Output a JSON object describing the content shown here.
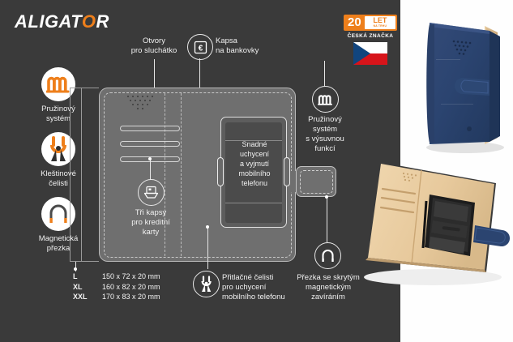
{
  "brand": {
    "name_part1": "ALIGAT",
    "name_accent": "O",
    "name_part2": "R"
  },
  "badge": {
    "years": "20",
    "let": "LET",
    "na_trhu": "NA TRHU",
    "subtitle": "ČESKÁ ZNAČKA",
    "flag_name": "czech-flag",
    "accent_color": "#ee7f1b"
  },
  "features_left": [
    {
      "icon": "spring-system-icon",
      "label": "Pružinový\nsystém"
    },
    {
      "icon": "clamp-jaws-icon",
      "label": "Kleštinové\nčelisti"
    },
    {
      "icon": "magnet-buckle-icon",
      "label": "Magnetická\npřezka"
    }
  ],
  "callouts": {
    "earphone_holes": "Otvory\npro sluchátko",
    "banknote_pocket": "Kapsa\nna bankovky",
    "banknote_pocket_icon": "euro-pocket-icon",
    "spring_slide": "Pružinový\nsystém\ns výsuvnou\nfunkcí",
    "spring_slide_icon": "spring-system-icon",
    "card_pockets": "Tři kapsy\npro kreditní\nkarty",
    "card_pockets_icon": "card-pocket-icon",
    "phone_holder": "Snadné\nuchycení\na vyjmutí\nmobilního\ntelefonu",
    "clamp_jaws": "Přitlačné čelisti\npro uchycení\nmobilního telefonu",
    "clamp_jaws_icon": "clamp-jaws-icon",
    "magnet_buckle": "Přezka se skrytým\nmagnetickým\nzavíráním",
    "magnet_buckle_icon": "magnet-buckle-icon"
  },
  "sizes": {
    "rows": [
      {
        "label": "L",
        "dims": "150 x 72 x 20 mm"
      },
      {
        "label": "XL",
        "dims": "160 x 82 x 20 mm"
      },
      {
        "label": "XXL",
        "dims": "170 x 83 x 20 mm"
      }
    ]
  },
  "photos": {
    "closed_case": "blue-leather-wallet-case-closed-photo",
    "open_case": "open-case-with-clamp-holder-photo"
  },
  "colors": {
    "background": "#3a3a3a",
    "accent": "#ee7f1b",
    "case_body": "#6f6f6f",
    "case_interior": "#e8c79a",
    "case_cover": "#2b4470"
  }
}
